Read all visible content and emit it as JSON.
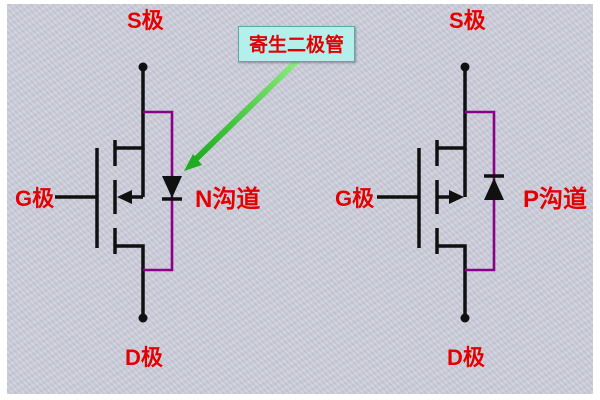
{
  "diagram": {
    "callout_label": "寄生二极管",
    "left_mosfet": {
      "source_label": "S极",
      "gate_label": "G极",
      "drain_label": "D极",
      "channel_label": "N沟道"
    },
    "right_mosfet": {
      "source_label": "S极",
      "gate_label": "G极",
      "drain_label": "D极",
      "channel_label": "P沟道"
    }
  },
  "colors": {
    "label_red": "#e30000",
    "wire_black": "#101010",
    "wire_purple": "#8b008b",
    "arrow_green": "#2db82d",
    "callout_background": "#b4efec",
    "page_background": "#cbccd9"
  }
}
